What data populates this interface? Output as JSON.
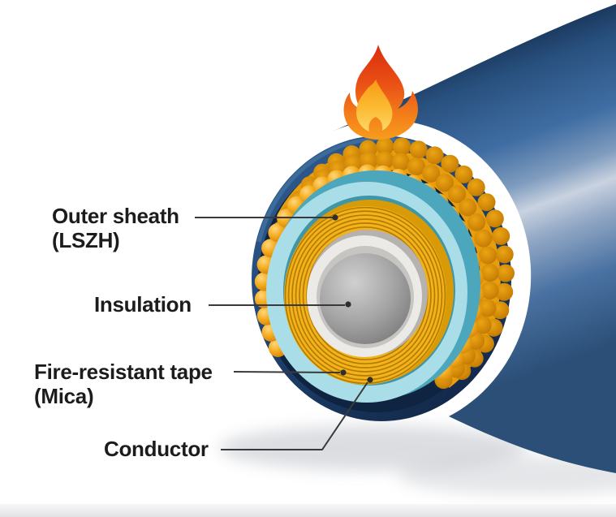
{
  "diagram": {
    "labels": [
      {
        "line1": "Outer sheath",
        "line2": "(LSZH)"
      },
      {
        "line1": "Insulation",
        "line2": ""
      },
      {
        "line1": "Fire-resistant tape",
        "line2": "(Mica)"
      },
      {
        "line1": "Conductor",
        "line2": ""
      }
    ],
    "icons": [
      {
        "name": "flame-icon"
      }
    ],
    "colors": {
      "background": "#ffffff",
      "cable_body_blue": "#3f6da3",
      "body_sheen": "#c9d2e0",
      "sheath_navy": "#1d3f6c",
      "armour_wire_orange": "#f4ab1d",
      "inner_jacket_cyan": "#a9dee9",
      "inner_jacket_teal": "#3f96a9",
      "mica_tape_yellow": "#f2b31d",
      "mica_tape_line": "#b67c00",
      "insulation_white": "#eceae7",
      "conductor_gray": "#a6a6a6",
      "flame_red": "#d92c0e",
      "flame_orange": "#f47f1a",
      "flame_yellow": "#fed869",
      "label_text": "#1c1c1c",
      "leader_line": "#3a3a3a",
      "footer_bar": "#e4e4e7"
    }
  }
}
